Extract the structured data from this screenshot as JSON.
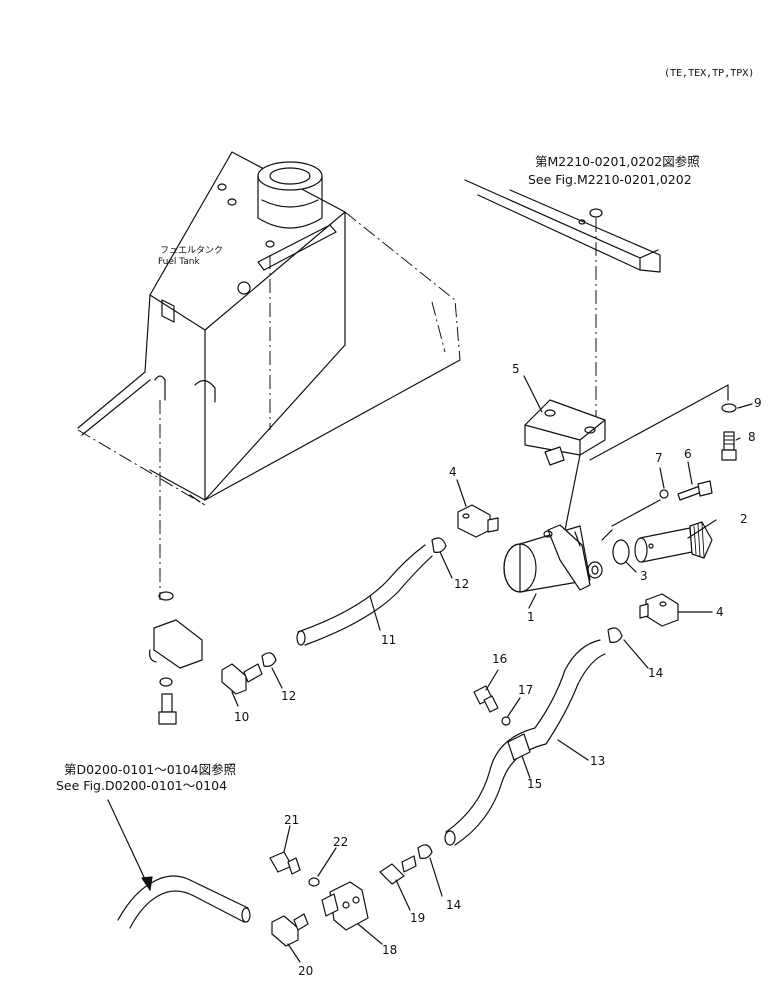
{
  "header": {
    "model_code": "(TE,TEX,TP,TPX)"
  },
  "refs": {
    "top_jp": "第M2210-0201,0202図参照",
    "top_en": "See Fig.M2210-0201,0202",
    "bottom_jp": "第D0200-0101～0104図参照",
    "bottom_en": "See Fig.D0200-0101～0104"
  },
  "tank": {
    "label_jp": "フュエルタンク",
    "label_en": "Fuel Tank"
  },
  "part_numbers": [
    "1",
    "2",
    "3",
    "4",
    "4",
    "5",
    "6",
    "7",
    "8",
    "9",
    "10",
    "11",
    "12",
    "12",
    "13",
    "14",
    "14",
    "15",
    "16",
    "17",
    "18",
    "19",
    "20",
    "21",
    "22"
  ]
}
